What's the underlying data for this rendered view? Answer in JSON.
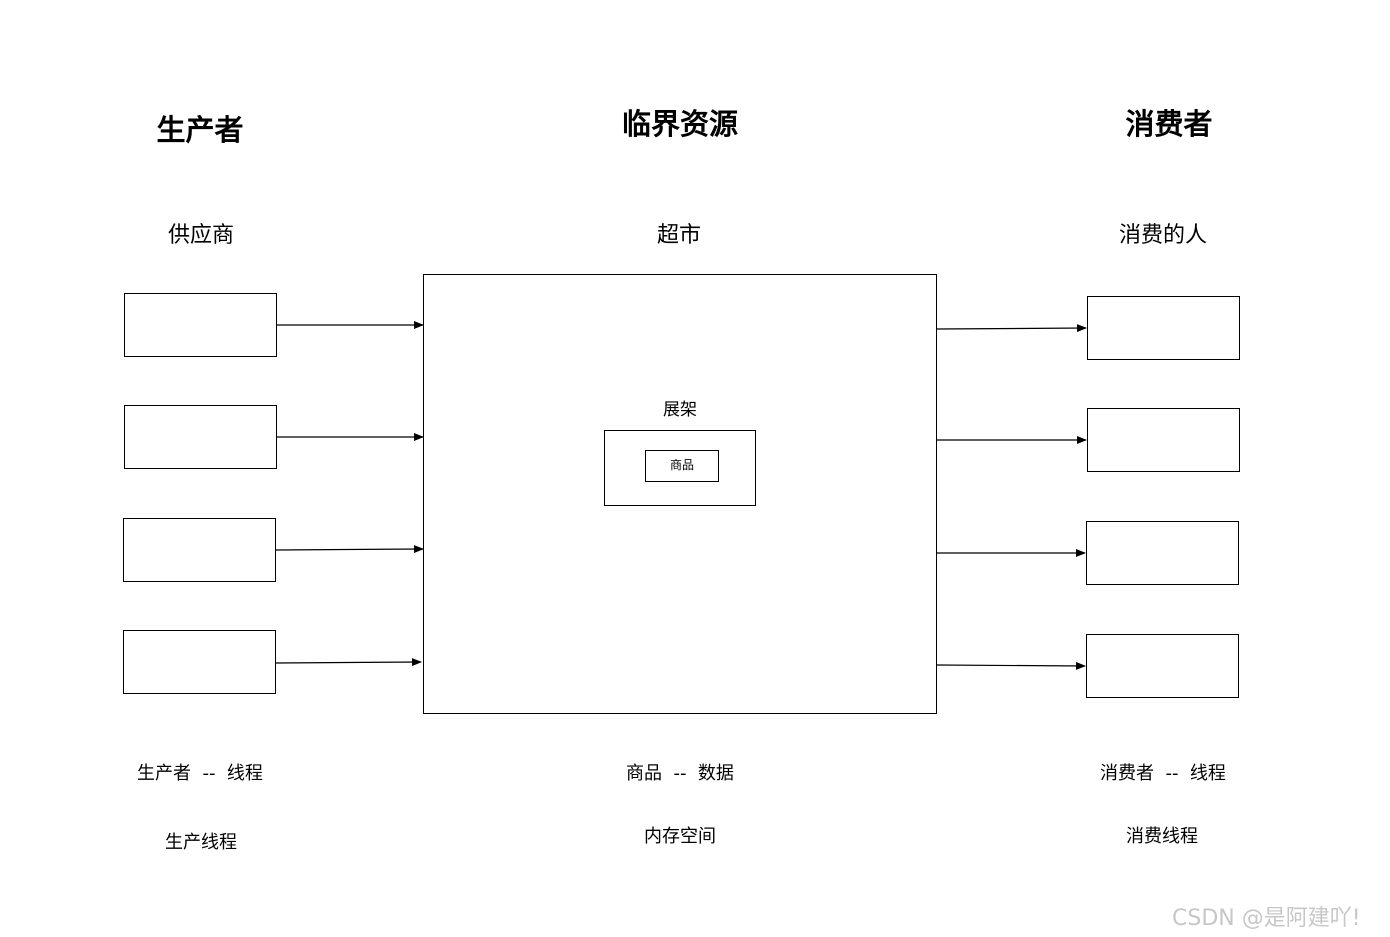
{
  "headings": {
    "producer": "生产者",
    "critical_resource": "临界资源",
    "consumer": "消费者"
  },
  "subtitles": {
    "producer": "供应商",
    "resource": "超市",
    "consumer": "消费的人"
  },
  "shelf": {
    "label": "展架",
    "item": "商品"
  },
  "notes": {
    "producer_line1": "生产者  --  线程",
    "producer_line2": "生产线程",
    "resource_line1": "商品  --  数据",
    "resource_line2": "内存空间",
    "consumer_line1": "消费者  --  线程",
    "consumer_line2": "消费线程"
  },
  "watermark": "CSDN @是阿建吖!"
}
